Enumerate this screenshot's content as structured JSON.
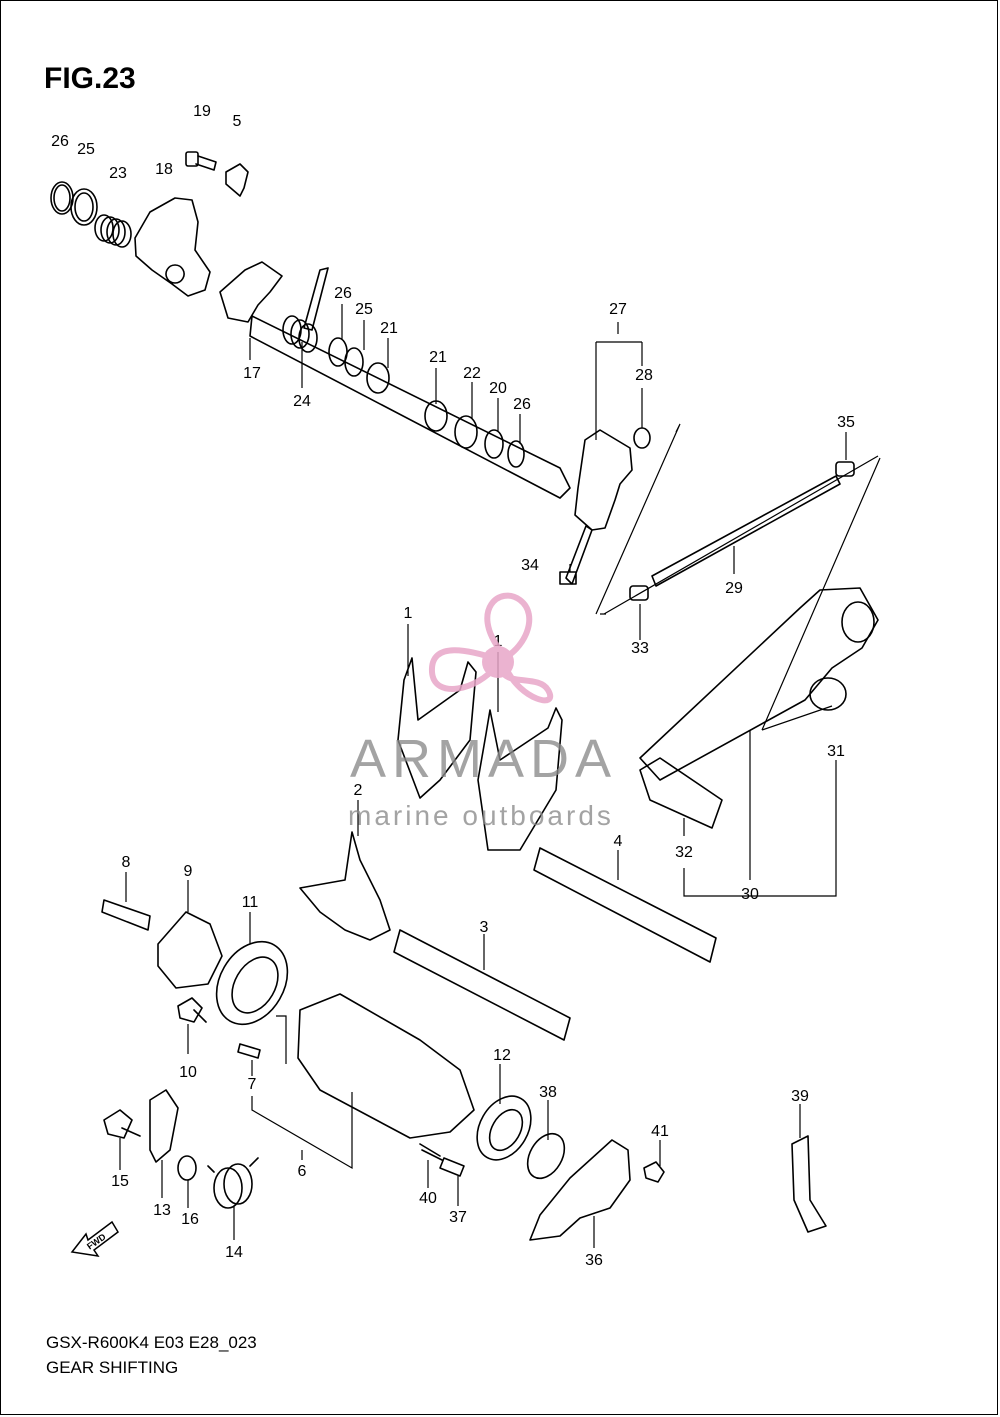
{
  "figure": {
    "title": "FIG.23",
    "model": "GSX-R600K4 E03 E28_023",
    "caption": "GEAR SHIFTING"
  },
  "watermark": {
    "name": "ARMADA",
    "subtitle": "marine outboards",
    "logo_color": "#e8a6c8"
  },
  "callouts": [
    {
      "label": "26"
    },
    {
      "label": "25"
    },
    {
      "label": "23"
    },
    {
      "label": "18"
    },
    {
      "label": "19"
    },
    {
      "label": "5"
    },
    {
      "label": "17"
    },
    {
      "label": "24"
    },
    {
      "label": "26"
    },
    {
      "label": "25"
    },
    {
      "label": "21"
    },
    {
      "label": "21"
    },
    {
      "label": "22"
    },
    {
      "label": "20"
    },
    {
      "label": "26"
    },
    {
      "label": "27"
    },
    {
      "label": "28"
    },
    {
      "label": "35"
    },
    {
      "label": "29"
    },
    {
      "label": "34"
    },
    {
      "label": "33"
    },
    {
      "label": "1"
    },
    {
      "label": "1"
    },
    {
      "label": "2"
    },
    {
      "label": "4"
    },
    {
      "label": "31"
    },
    {
      "label": "32"
    },
    {
      "label": "30"
    },
    {
      "label": "8"
    },
    {
      "label": "9"
    },
    {
      "label": "11"
    },
    {
      "label": "3"
    },
    {
      "label": "10"
    },
    {
      "label": "7"
    },
    {
      "label": "12"
    },
    {
      "label": "38"
    },
    {
      "label": "39"
    },
    {
      "label": "41"
    },
    {
      "label": "15"
    },
    {
      "label": "13"
    },
    {
      "label": "16"
    },
    {
      "label": "14"
    },
    {
      "label": "6"
    },
    {
      "label": "40"
    },
    {
      "label": "37"
    },
    {
      "label": "36"
    }
  ],
  "fwd_label": "FWD"
}
